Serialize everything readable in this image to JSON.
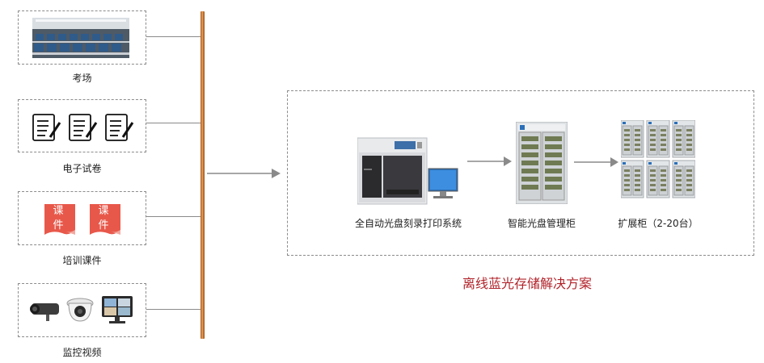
{
  "sources": [
    {
      "label": "考场"
    },
    {
      "label": "电子试卷"
    },
    {
      "label": "培训课件",
      "card_text": "课件"
    },
    {
      "label": "监控视频"
    }
  ],
  "solution": {
    "devices": [
      {
        "label": "全自动光盘刻录打印系统"
      },
      {
        "label": "智能光盘管理柜"
      },
      {
        "label": "扩展柜（2-20台）"
      }
    ],
    "caption": "离线蓝光存储解决方案"
  },
  "colors": {
    "bus": "#c97830",
    "caption": "#b0232a",
    "card": "#e8584a",
    "connector": "#8a8a8a"
  }
}
